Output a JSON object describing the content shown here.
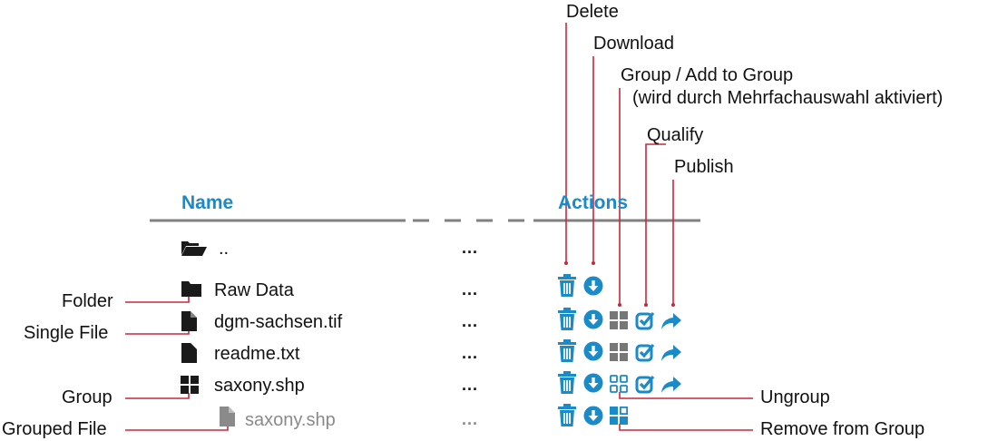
{
  "header": {
    "name": "Name",
    "actions": "Actions"
  },
  "callouts_top": {
    "delete": "Delete",
    "download": "Download",
    "group_line1": "Group / Add to Group",
    "group_line2": "(wird durch Mehrfachauswahl aktiviert)",
    "qualify": "Qualify",
    "publish": "Publish"
  },
  "callouts_left": {
    "folder": "Folder",
    "single_file": "Single File",
    "group": "Group",
    "grouped_file": "Grouped File"
  },
  "callouts_right": {
    "ungroup": "Ungroup",
    "remove_from_group": "Remove from Group"
  },
  "rows": [
    {
      "icon": "folder-open-icon",
      "name": "..",
      "more": "...",
      "actions": []
    },
    {
      "icon": "folder-icon",
      "name": "Raw Data",
      "more": "...",
      "actions": [
        "delete",
        "download"
      ]
    },
    {
      "icon": "file-icon",
      "name": "dgm-sachsen.tif",
      "more": "...",
      "actions": [
        "delete",
        "download",
        "group-disabled",
        "qualify",
        "publish"
      ]
    },
    {
      "icon": "file-icon",
      "name": "readme.txt",
      "more": "...",
      "actions": [
        "delete",
        "download",
        "group-disabled",
        "qualify",
        "publish"
      ]
    },
    {
      "icon": "group-icon",
      "name": "saxony.shp",
      "more": "...",
      "actions": [
        "delete",
        "download",
        "ungroup",
        "qualify",
        "publish"
      ]
    },
    {
      "icon": "file-icon",
      "name": "saxony.shp",
      "more": "...",
      "actions": [
        "delete",
        "download",
        "remove-from-group"
      ]
    }
  ],
  "colors": {
    "accent": "#1a8ac9",
    "callout_line": "#c8283c",
    "rule": "#808080",
    "disabled": "#777777"
  }
}
